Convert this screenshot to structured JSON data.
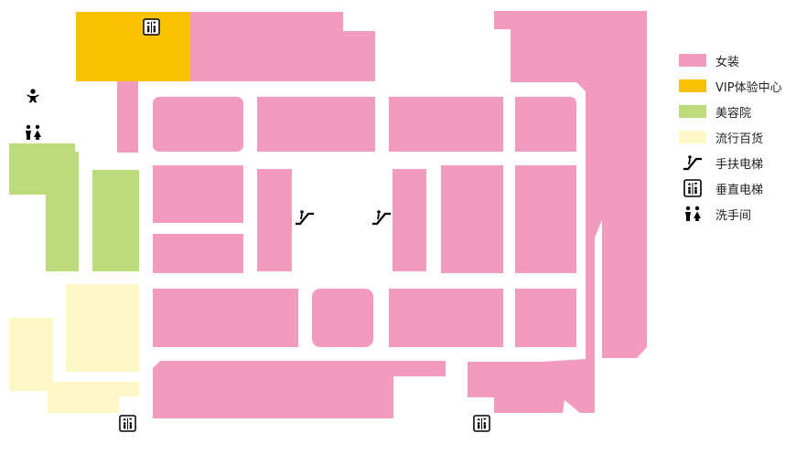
{
  "legend": {
    "women_fashion": "女装",
    "vip_center": "VIP体验中心",
    "beauty_salon": "美容院",
    "popular_goods": "流行百货",
    "escalator": "手扶电梯",
    "elevator": "垂直电梯",
    "restroom": "洗手间"
  },
  "colors": {
    "women_fashion": "#f29bbf",
    "vip_center": "#f8c200",
    "beauty_salon": "#bcdc7c",
    "popular_goods": "#fdf8c6",
    "corridor": "#ffffff",
    "icon": "#000000"
  },
  "icons": {
    "escalator": "escalator-icon",
    "elevator": "elevator-icon",
    "restroom": "restroom-icon",
    "baby_care": "baby-care-icon"
  }
}
